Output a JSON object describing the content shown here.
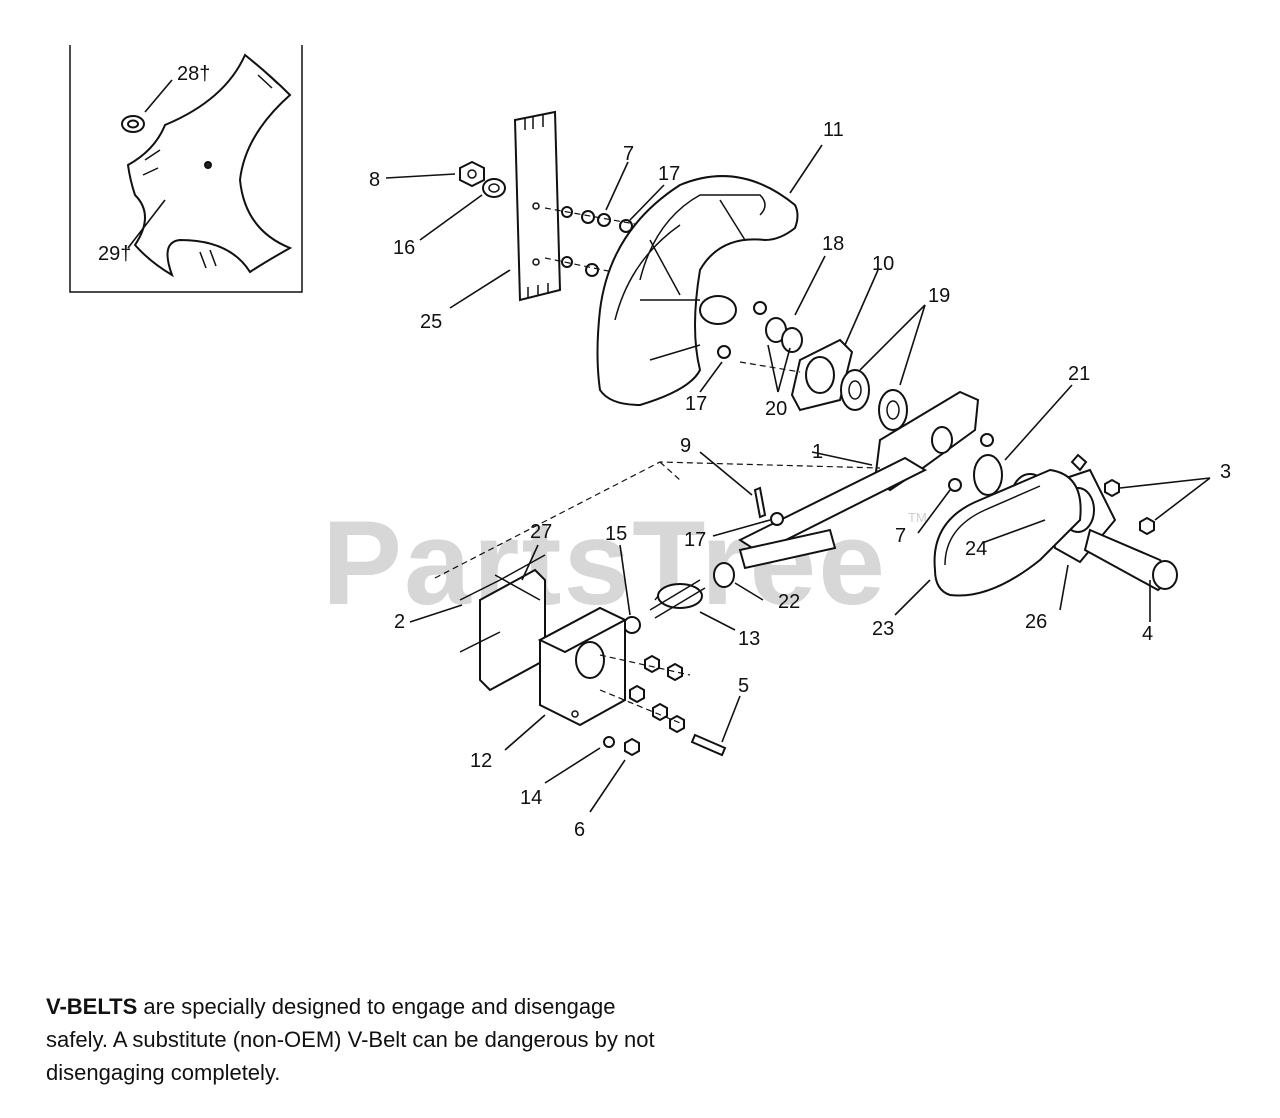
{
  "watermark": {
    "text": "PartsTree",
    "trademark": "TM"
  },
  "inset": {
    "callouts": [
      {
        "id": "28",
        "label": "28†"
      },
      {
        "id": "29",
        "label": "29†"
      }
    ]
  },
  "callouts": [
    {
      "id": "1",
      "label": "1"
    },
    {
      "id": "2",
      "label": "2"
    },
    {
      "id": "3",
      "label": "3"
    },
    {
      "id": "4",
      "label": "4"
    },
    {
      "id": "5",
      "label": "5"
    },
    {
      "id": "6",
      "label": "6"
    },
    {
      "id": "7a",
      "label": "7"
    },
    {
      "id": "7b",
      "label": "7"
    },
    {
      "id": "8",
      "label": "8"
    },
    {
      "id": "9",
      "label": "9"
    },
    {
      "id": "10",
      "label": "10"
    },
    {
      "id": "11",
      "label": "11"
    },
    {
      "id": "12",
      "label": "12"
    },
    {
      "id": "13",
      "label": "13"
    },
    {
      "id": "14",
      "label": "14"
    },
    {
      "id": "15",
      "label": "15"
    },
    {
      "id": "16",
      "label": "16"
    },
    {
      "id": "17a",
      "label": "17"
    },
    {
      "id": "17b",
      "label": "17"
    },
    {
      "id": "17c",
      "label": "17"
    },
    {
      "id": "18",
      "label": "18"
    },
    {
      "id": "19",
      "label": "19"
    },
    {
      "id": "20",
      "label": "20"
    },
    {
      "id": "21",
      "label": "21"
    },
    {
      "id": "22",
      "label": "22"
    },
    {
      "id": "23",
      "label": "23"
    },
    {
      "id": "24",
      "label": "24"
    },
    {
      "id": "25",
      "label": "25"
    },
    {
      "id": "26",
      "label": "26"
    },
    {
      "id": "27",
      "label": "27"
    }
  ],
  "note": {
    "bold": "V-BELTS",
    "text": " are specially designed to engage and disengage safely. A substitute (non-OEM) V-Belt can be dangerous by not disengaging completely."
  }
}
